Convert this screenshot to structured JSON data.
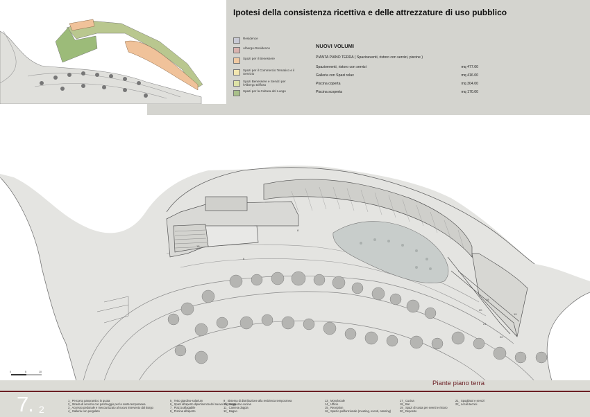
{
  "title": "Ipotesi della consistenza ricettiva e delle attrezzature di uso pubblico",
  "legend": [
    {
      "label": "Residence",
      "color": "#c8c9d4"
    },
    {
      "label": "Albergo-Residence",
      "color": "#d9b2ae"
    },
    {
      "label": "Spazi per il Benessere",
      "color": "#f0c9a2"
    },
    {
      "label": "Spazi per il Commercio Tematico e il Servizio",
      "color": "#f2e6b0"
    },
    {
      "label": "Spazi Benessere e Servizi per l'Albergo Diffuso",
      "color": "#dde2a6"
    },
    {
      "label": "Spazi per la Cultura del Luogo",
      "color": "#a9c08a"
    }
  ],
  "nuovi_volumi": {
    "title": "NUOVI VOLUMI",
    "subtitle": "PIANTA PIANO TERRA ( Spazioeventi, ristoro con servizi, piscine )",
    "rows": [
      {
        "label": "Spazioeventi, ristoro con servizi",
        "value": "mq 477.00"
      },
      {
        "label": "Galleria con Spazi relax",
        "value": "mq 416.00"
      },
      {
        "label": "Piscina coperta",
        "value": "mq 304.00"
      },
      {
        "label": "Piscina scoperta",
        "value": "mq 170.00"
      }
    ]
  },
  "sheet_title": "Piante piano terra",
  "page_number": "7.",
  "page_sub": "2",
  "scale_labels": [
    "0",
    "5",
    "10"
  ],
  "key_columns": [
    [
      "1_ Percorso panoramico in quota",
      "2_ Strada di servizio con parcheggio per la sosta temporanea",
      "3_ Accesso pedonale e meccanizzato al nuovo intervento dal Borgo",
      "4_ Galleria con pergolato"
    ],
    [
      "5_ Tetto giardino-solarium",
      "6_ Spazi all'aperto dipertinenza del nuovo intervento",
      "7_ Piazza allagabile",
      "8_ Piscina all'aperto"
    ],
    [
      "9_ Sistema di distribuzione alla residenza temporanea",
      "10_ Soggiorno-cucina",
      "11_ Camera doppia",
      "12_ Bagno"
    ],
    [
      "13_ Monolocale",
      "14_ Ufficio",
      "15_ Reception",
      "16_ Spazio polifunzionale (meeting, eventi, catering)"
    ],
    [
      "17_ Cucina",
      "18_ Bar",
      "19_ Spazi di sosta per eventi e ristoro",
      "20_ Deposito"
    ],
    [
      "21_ Spogliatoi e servizi",
      "22_ Locali tecnici"
    ]
  ],
  "plan_labels": [
    "6",
    "8",
    "15",
    "19",
    "18",
    "20",
    "21",
    "22"
  ]
}
